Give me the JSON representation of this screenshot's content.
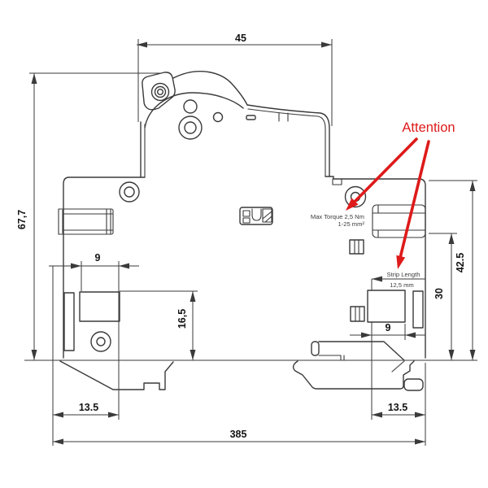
{
  "ann": {
    "attention": "Attention",
    "max_torque_line1": "Max Torque 2,5 Nm",
    "max_torque_line2": "1-25 mm²",
    "strip_length_line1": "Strip Length",
    "strip_length_line2": "12,5 mm"
  },
  "dims": {
    "top_width": "45",
    "overall_height": "67,7",
    "left_terminal_width": "9",
    "left_terminal_height": "16,5",
    "left_foot_width": "13.5",
    "overall_width": "385",
    "right_height_upper": "42.5",
    "right_height_lower": "30",
    "right_terminal_width": "9",
    "right_foot_width": "13.5"
  },
  "colors": {
    "line": "#3a3a3a",
    "text": "#141414",
    "accent_red": "#de1a1a",
    "background": "#ffffff"
  }
}
